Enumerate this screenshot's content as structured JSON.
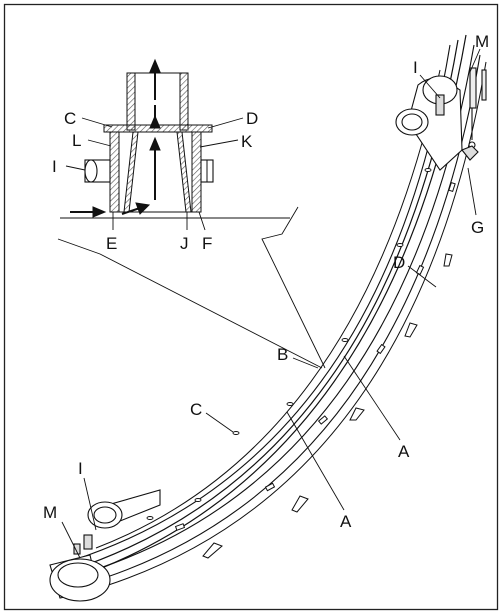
{
  "callouts": {
    "M_top": "M",
    "I_top": "I",
    "G": "G",
    "D_mid": "D",
    "B": "B",
    "C_mid": "C",
    "A_right": "A",
    "A_low": "A",
    "I_bottom": "I",
    "M_bottom": "M"
  },
  "inset_callouts": {
    "C": "C",
    "D": "D",
    "L": "L",
    "K": "K",
    "I": "I",
    "E": "E",
    "J": "J",
    "F": "F"
  },
  "colors": {
    "line": "#111111",
    "frame": "#222222",
    "pipe_fill": "#e6e6e6",
    "hatch": "#666666"
  }
}
